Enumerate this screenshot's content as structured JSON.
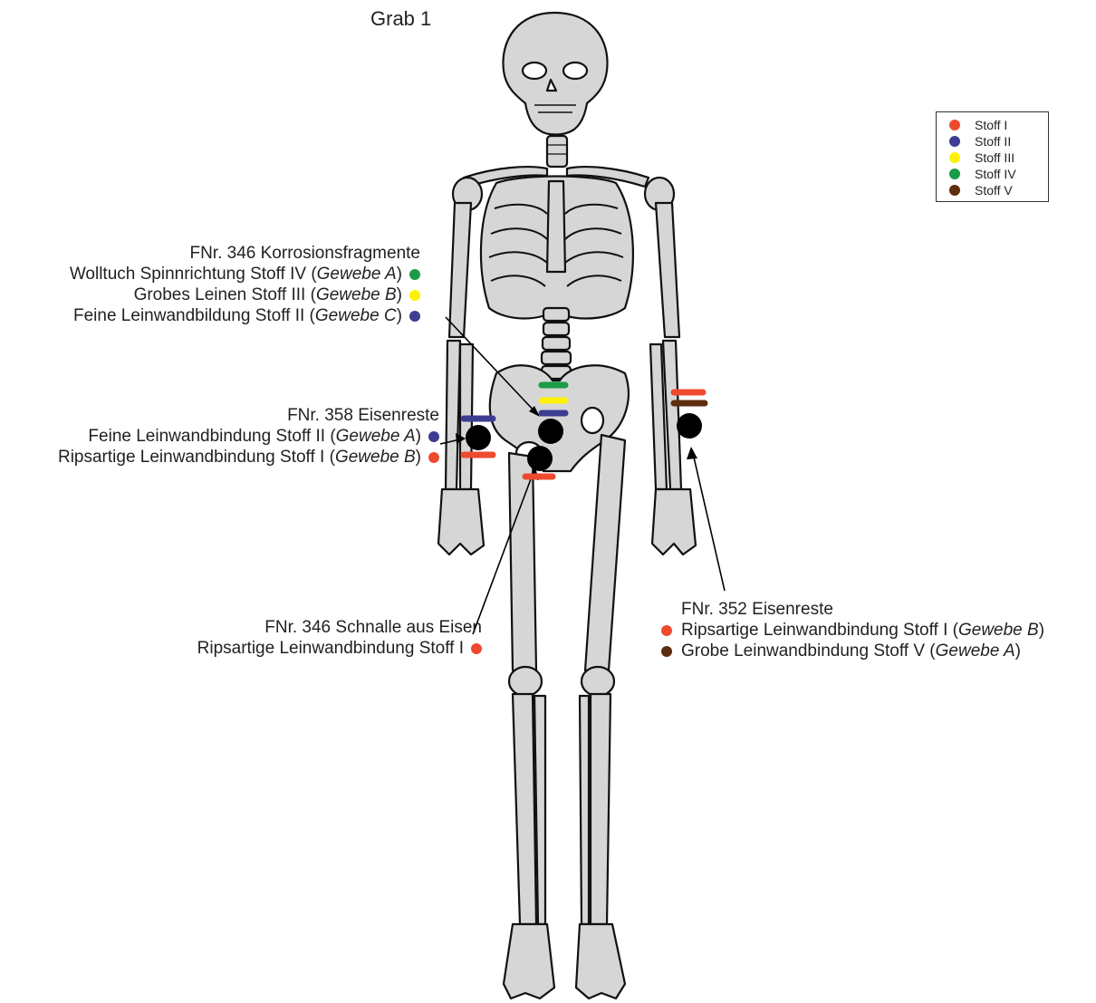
{
  "title": "Grab 1",
  "colors": {
    "stoff_1": "#ee4a2e",
    "stoff_2": "#3d3d92",
    "stoff_3": "#fff200",
    "stoff_4": "#1a9c46",
    "stoff_5": "#5e2c0e"
  },
  "legend": [
    {
      "label": "Stoff I",
      "color": "#ee4a2e"
    },
    {
      "label": "Stoff II",
      "color": "#3d3d92"
    },
    {
      "label": "Stoff III",
      "color": "#fff200"
    },
    {
      "label": "Stoff IV",
      "color": "#1a9c46"
    },
    {
      "label": "Stoff V",
      "color": "#5e2c0e"
    }
  ],
  "annotations": {
    "fnr346_korrosion": {
      "heading": "FNr. 346 Korrosionsfragmente",
      "lines": [
        {
          "text": "Wolltuch Spinnrichtung Stoff IV (",
          "italic": "Gewebe A",
          "end": ")",
          "color": "#1a9c46"
        },
        {
          "text": "Grobes Leinen Stoff III (",
          "italic": "Gewebe B",
          "end": ")",
          "color": "#fff200"
        },
        {
          "text": "Feine Leinwandbildung Stoff II (",
          "italic": "Gewebe C",
          "end": ")",
          "color": "#3d3d92"
        }
      ]
    },
    "fnr358": {
      "heading": "FNr. 358 Eisenreste",
      "lines": [
        {
          "text": "Feine Leinwandbindung Stoff II (",
          "italic": "Gewebe A",
          "end": ")",
          "color": "#3d3d92"
        },
        {
          "text": "Ripsartige Leinwandbindung Stoff I (",
          "italic": "Gewebe B",
          "end": ")",
          "color": "#ee4a2e"
        }
      ]
    },
    "fnr346_schnalle": {
      "heading": "FNr. 346 Schnalle aus Eisen",
      "lines": [
        {
          "text": "Ripsartige Leinwandbindung Stoff I",
          "italic": "",
          "end": "",
          "color": "#ee4a2e"
        }
      ]
    },
    "fnr352": {
      "heading": "FNr. 352 Eisenreste",
      "lines": [
        {
          "text": "Ripsartige Leinwandbindung Stoff I (",
          "italic": "Gewebe B",
          "end": ")",
          "color": "#ee4a2e"
        },
        {
          "text": "Grobe Leinwandbindung Stoff V (",
          "italic": "Gewebe A",
          "end": ")",
          "color": "#5e2c0e"
        }
      ]
    }
  }
}
